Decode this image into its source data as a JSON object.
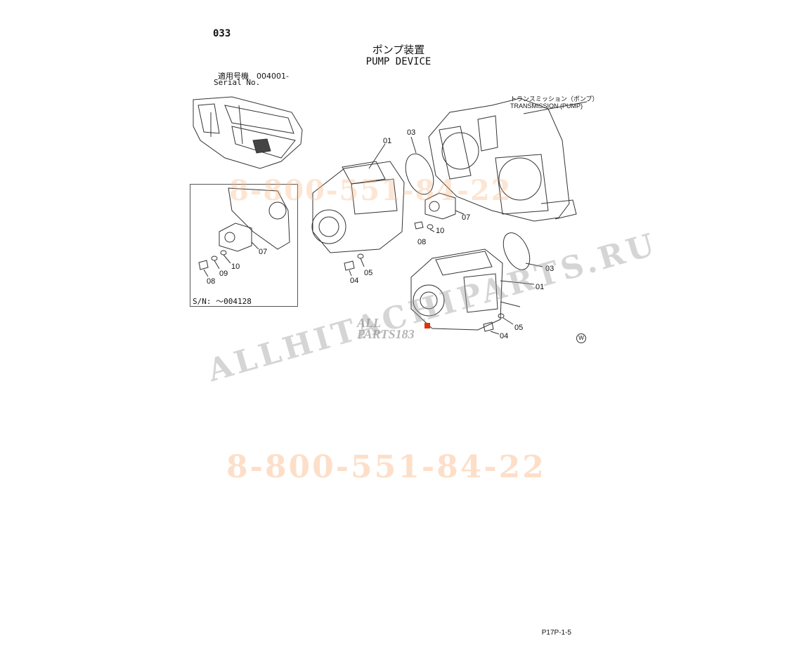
{
  "header": {
    "page_no": "033",
    "title_jp": "ポンプ装置",
    "title_en": "PUMP DEVICE",
    "serial_label_jp": "適用号機　004001-",
    "serial_label_en": "Serial No."
  },
  "transmission": {
    "label_jp": "トランスミッション（ポンプ）",
    "label_en": "TRANSMISSION (PUMP)"
  },
  "inset": {
    "sn": "S/N: ～004128",
    "callouts": [
      "07",
      "09",
      "10",
      "08"
    ]
  },
  "callouts_main": [
    "01",
    "03",
    "07",
    "10",
    "08",
    "05",
    "04",
    "03",
    "01",
    "05",
    "04"
  ],
  "watermarks": {
    "phone": "8-800-551-84-22",
    "site": "ALLHITACHIPARTS.RU",
    "logo_top": "ALL",
    "logo_bottom": "PARTS183"
  },
  "w_mark": "W",
  "page_ref": "P17P-1-5"
}
